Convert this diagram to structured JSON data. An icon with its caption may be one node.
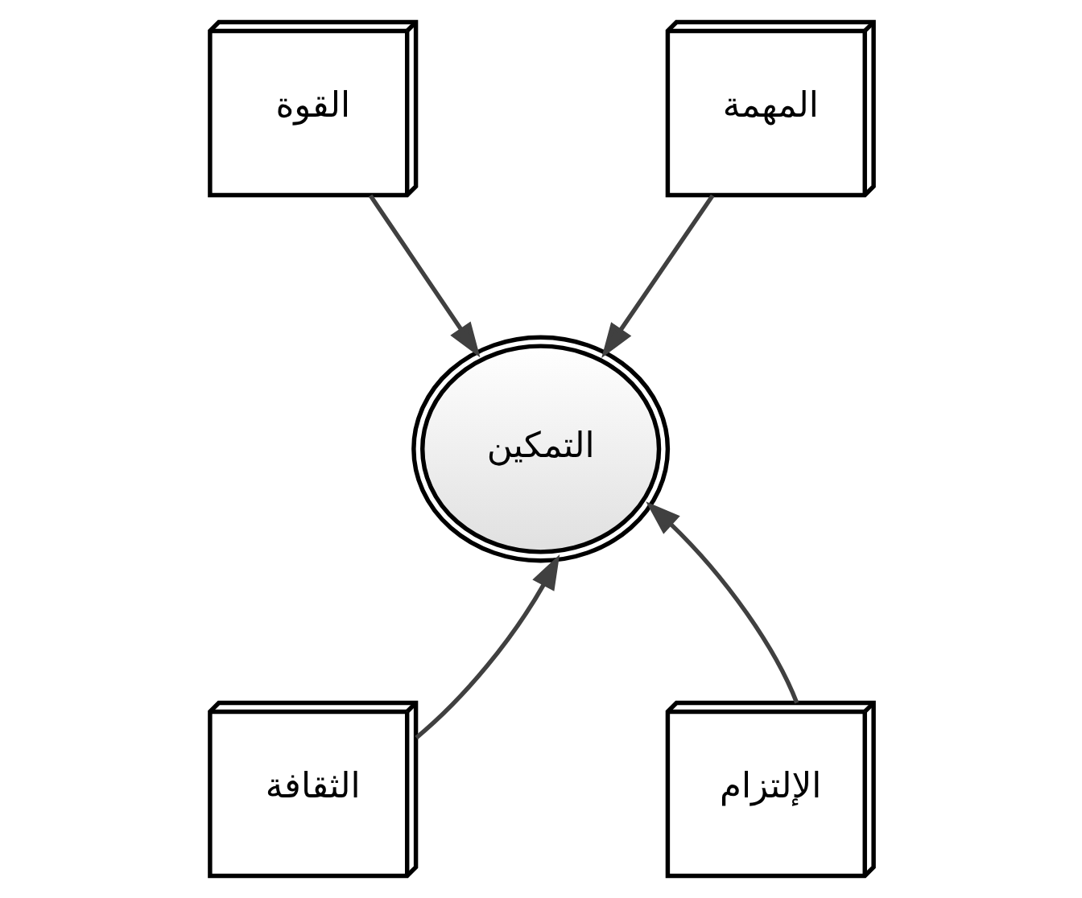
{
  "diagram": {
    "nodes": [
      {
        "text": [
          "القوة"
        ]
      },
      {
        "text": [
          "المهمة"
        ]
      },
      {
        "text": [
          "التمكين"
        ]
      },
      {
        "text": [
          "الثقافة"
        ]
      },
      {
        "text": [
          "الإلتزام"
        ]
      }
    ],
    "edges": [
      {
        "from": 0,
        "to": 2,
        "arrow": "to"
      },
      {
        "from": 1,
        "to": 2,
        "arrow": "to"
      },
      {
        "from": 3,
        "to": 2,
        "arrow": "to"
      },
      {
        "from": 4,
        "to": 2,
        "arrow": "to"
      }
    ]
  }
}
